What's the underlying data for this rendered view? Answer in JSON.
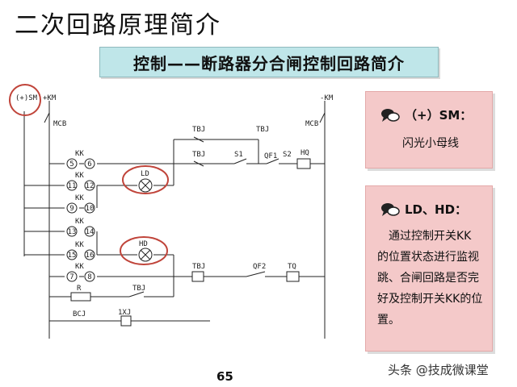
{
  "title": "二次回路原理简介",
  "subtitle": "控制——断路器分合闸控制回路简介",
  "diagram": {
    "top_left_terminal": "(+)SM",
    "top_km_plus": "+KM",
    "top_km_minus": "-KM",
    "mcb_left": "MCB",
    "mcb_right": "MCB",
    "kk_label": "KK",
    "contacts": [
      "5",
      "6",
      "11",
      "12",
      "9",
      "10",
      "13",
      "14",
      "15",
      "16",
      "7",
      "8"
    ],
    "tbj": "TBJ",
    "s1": "S1",
    "s2": "S2",
    "qf1": "QF1",
    "qf2": "QF2",
    "hq": "HQ",
    "tq": "TQ",
    "ld": "LD",
    "hd": "HD",
    "r": "R",
    "bcj": "BCJ",
    "xj": "1XJ"
  },
  "panel_sm": {
    "heading": "（+）SM：",
    "body": "闪光小母线"
  },
  "panel_ld": {
    "heading": "LD、HD：",
    "lines": [
      "　通过控制开关KK",
      "的位置状态进行监视",
      "跳、合闸回路是否完",
      "好及控制开关KK的位",
      "置。"
    ]
  },
  "page_number": "65",
  "watermark": "头条 @技成微课堂",
  "icons": {
    "panel_bullet": "speech-bubbles-icon"
  }
}
